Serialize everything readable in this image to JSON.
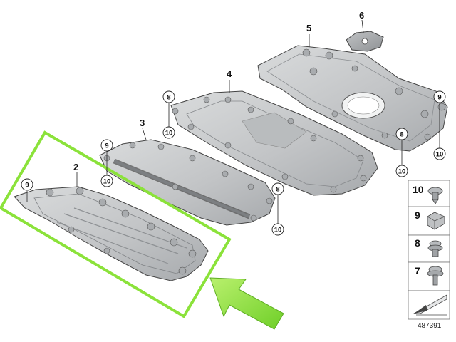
{
  "parts": {
    "p2": "2",
    "p3": "3",
    "p4": "4",
    "p5": "5",
    "p6": "6",
    "p7": "7",
    "p8": "8",
    "p9": "9",
    "p10": "10"
  },
  "legend": [
    {
      "label": "10",
      "icon": "plastic-rivet-icon"
    },
    {
      "label": "9",
      "icon": "speed-nut-icon"
    },
    {
      "label": "8",
      "icon": "expanding-rivet-icon"
    },
    {
      "label": "7",
      "icon": "hex-bolt-with-washer-icon"
    }
  ],
  "legend_footer_icon": "arrow-down-left-icon",
  "doc_id": "487391",
  "colors": {
    "highlight": "#8be23a",
    "arrow": "#88e03a",
    "panel": "#c6c8ca",
    "panel_dark": "#9da0a3",
    "outline": "#444444"
  }
}
